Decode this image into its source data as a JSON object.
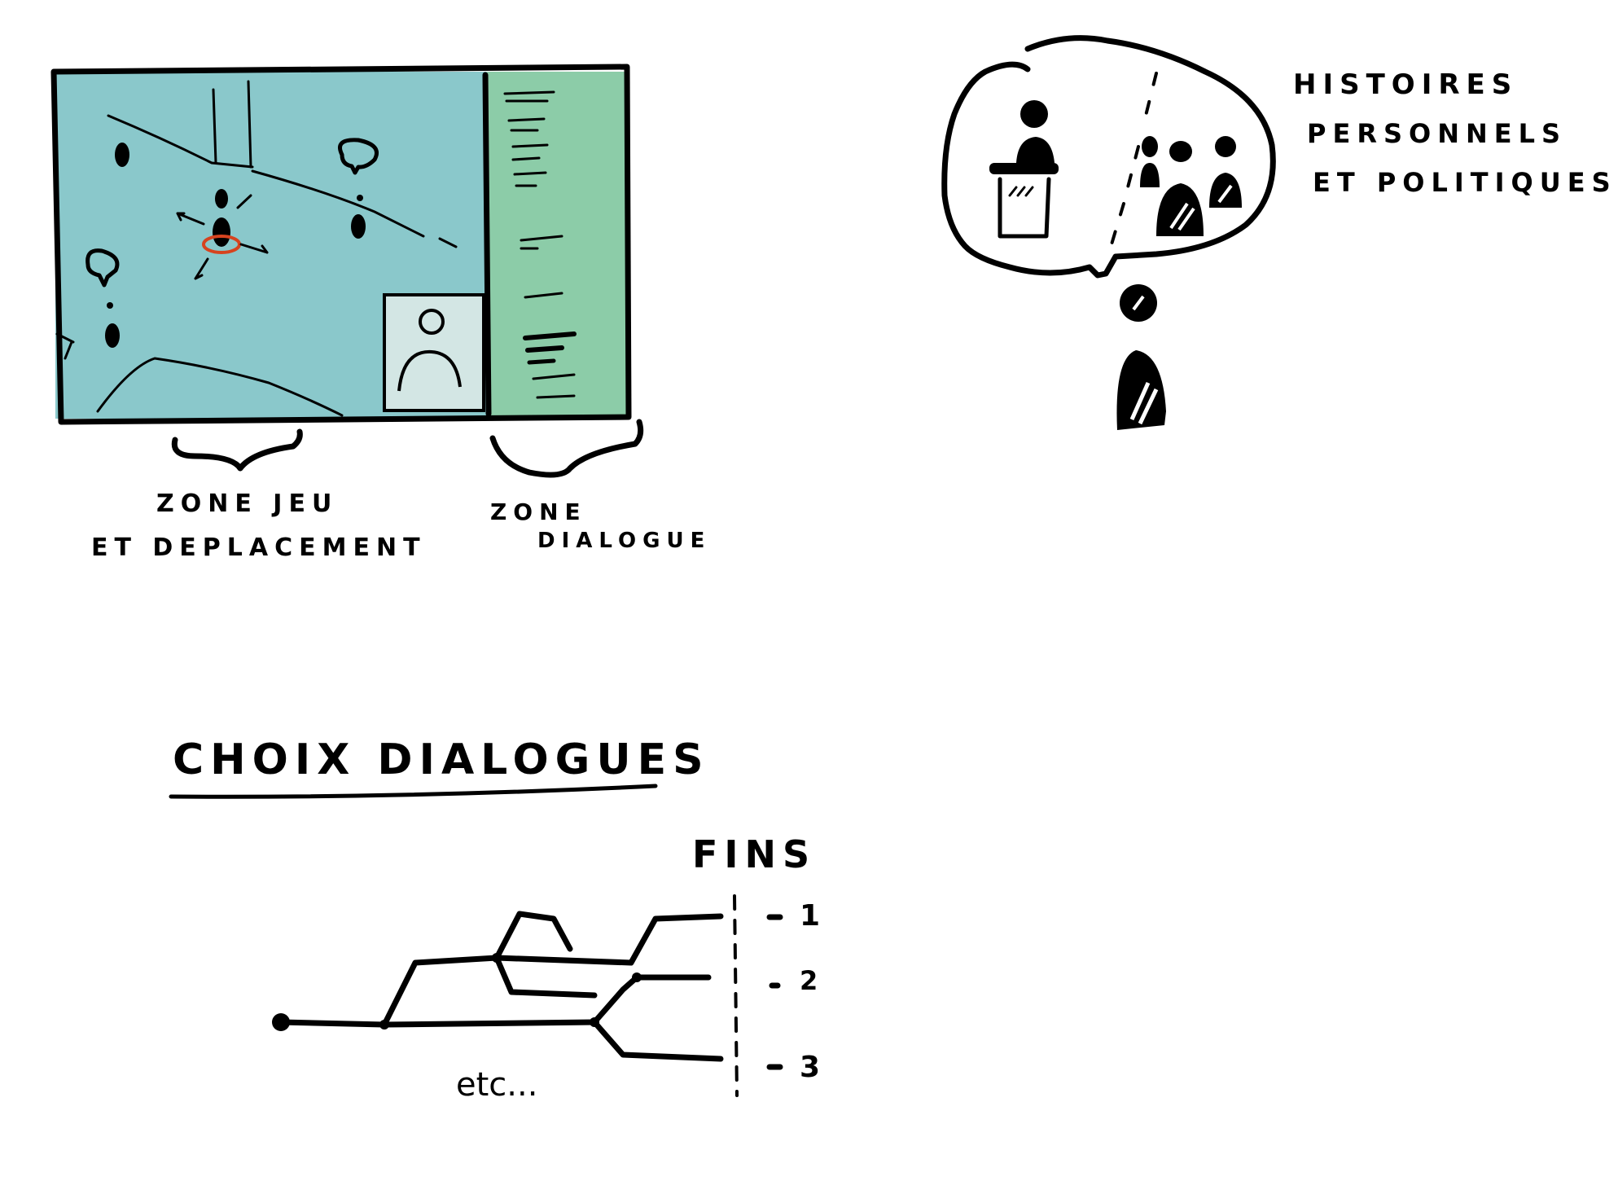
{
  "labels": {
    "zone_jeu_line1": "ZONE JEU",
    "zone_jeu_line2": "ET DEPLACEMENT",
    "zone_dialogue_line1": "ZONE",
    "zone_dialogue_line2": "DIALOGUE",
    "histoires_line1": "HISTOIRES",
    "histoires_line2": "PERSONNELS",
    "histoires_line3": "ET POLITIQUES",
    "choix_title": "CHOIX DIALOGUES",
    "fins": "FINS",
    "end_1": "1",
    "end_2": "2",
    "end_3": "3",
    "etc": "etc..."
  },
  "colors": {
    "game_zone": "#8ac8cb",
    "dialogue_zone": "#8ccca8",
    "portrait_bg": "#d3e6e4",
    "player_ring": "#d6431f",
    "ink": "#000000"
  }
}
